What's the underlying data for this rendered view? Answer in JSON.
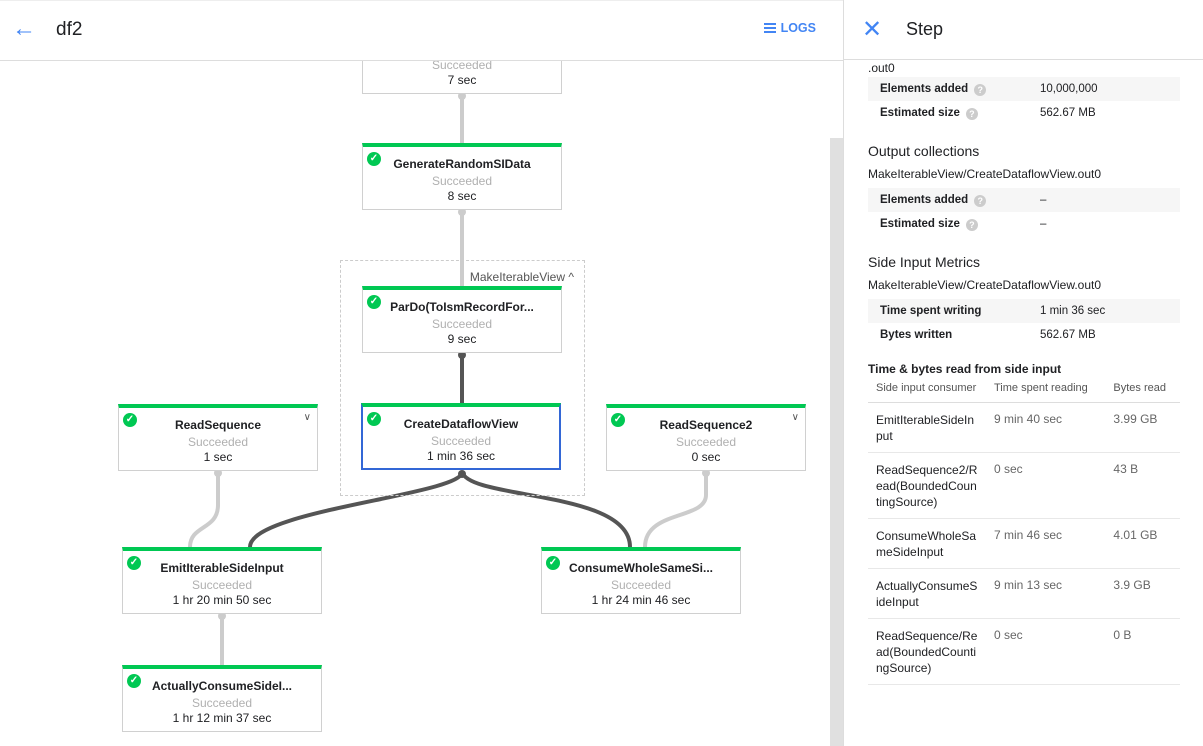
{
  "header": {
    "title": "df2",
    "logs_label": "LOGS"
  },
  "graph": {
    "group_label": "MakeIterableView",
    "nodes": [
      {
        "name": "",
        "status": "Succeeded",
        "duration": "7 sec"
      },
      {
        "name": "GenerateRandomSIData",
        "status": "Succeeded",
        "duration": "8 sec"
      },
      {
        "name": "ParDo(ToIsmRecordFor...",
        "status": "Succeeded",
        "duration": "9 sec"
      },
      {
        "name": "CreateDataflowView",
        "status": "Succeeded",
        "duration": "1 min 36 sec",
        "selected": true
      },
      {
        "name": "ReadSequence",
        "status": "Succeeded",
        "duration": "1 sec",
        "expandable": true
      },
      {
        "name": "ReadSequence2",
        "status": "Succeeded",
        "duration": "0 sec",
        "expandable": true
      },
      {
        "name": "EmitIterableSideInput",
        "status": "Succeeded",
        "duration": "1 hr 20 min 50 sec"
      },
      {
        "name": "ConsumeWholeSameSi...",
        "status": "Succeeded",
        "duration": "1 hr 24 min 46 sec"
      },
      {
        "name": "ActuallyConsumeSideI...",
        "status": "Succeeded",
        "duration": "1 hr 12 min 37 sec"
      }
    ]
  },
  "panel": {
    "title": "Step",
    "cut_text": ".out0",
    "input_metrics": [
      {
        "k": "Elements added",
        "v": "10,000,000"
      },
      {
        "k": "Estimated size",
        "v": "562.67 MB"
      }
    ],
    "output_heading": "Output collections",
    "output_name": "MakeIterableView/CreateDataflowView.out0",
    "output_metrics": [
      {
        "k": "Elements added",
        "v": "–"
      },
      {
        "k": "Estimated size",
        "v": "–"
      }
    ],
    "side_heading": "Side Input Metrics",
    "side_name": "MakeIterableView/CreateDataflowView.out0",
    "side_metrics": [
      {
        "k": "Time spent writing",
        "v": "1 min 36 sec"
      },
      {
        "k": "Bytes written",
        "v": "562.67 MB"
      }
    ],
    "read_heading": "Time & bytes read from side input",
    "columns": [
      "Side input consumer",
      "Time spent reading",
      "Bytes read"
    ],
    "rows": [
      [
        "EmitIterableSideInput",
        "9 min 40 sec",
        "3.99 GB"
      ],
      [
        "ReadSequence2/Read(BoundedCountingSource)",
        "0 sec",
        "43 B"
      ],
      [
        "ConsumeWholeSameSideInput",
        "7 min 46 sec",
        "4.01 GB"
      ],
      [
        "ActuallyConsumeSideInput",
        "9 min 13 sec",
        "3.9 GB"
      ],
      [
        "ReadSequence/Read(BoundedCountingSource)",
        "0 sec",
        "0 B"
      ]
    ]
  },
  "colors": {
    "accent": "#4285f4",
    "success": "#00c853",
    "selected": "#3367d6"
  }
}
